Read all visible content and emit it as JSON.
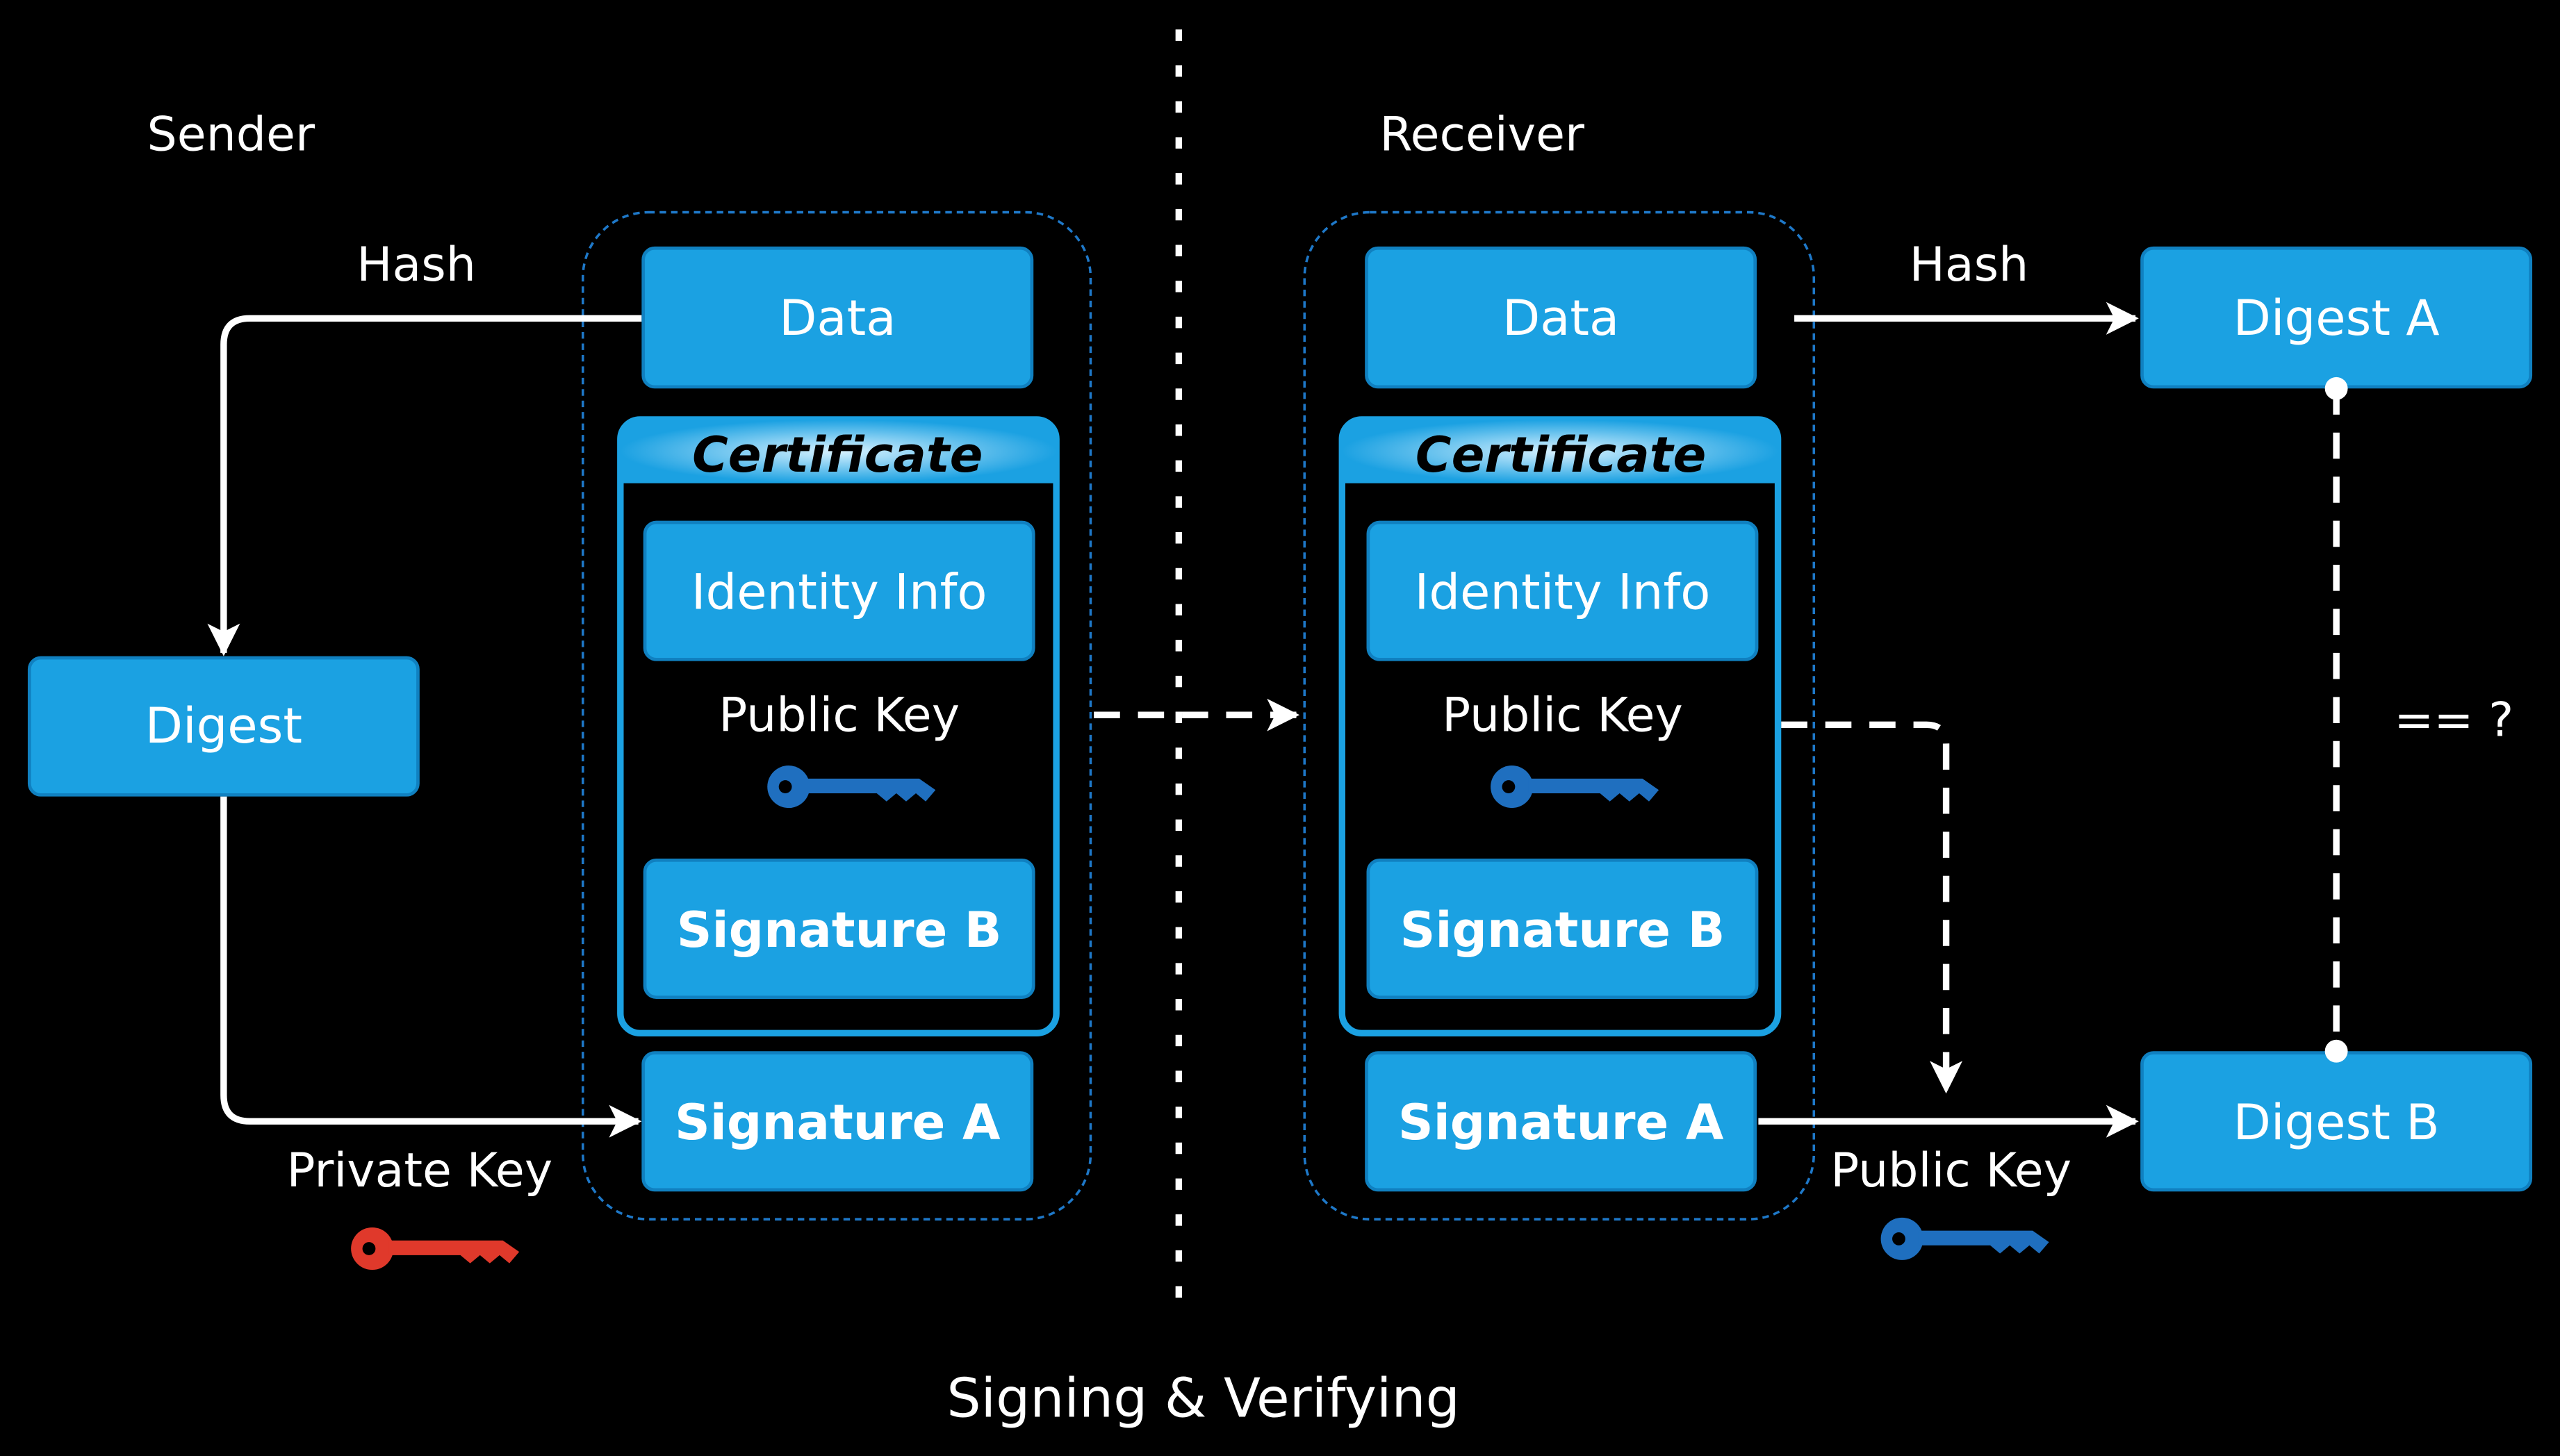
{
  "title": "Signing & Verifying",
  "sender": {
    "heading": "Sender",
    "hash_label": "Hash",
    "digest": "Digest",
    "private_key_label": "Private Key",
    "bundle": {
      "data": "Data",
      "certificate": "Certificate",
      "identity_info": "Identity Info",
      "public_key": "Public Key",
      "signature_b": "Signature B",
      "signature_a": "Signature A"
    }
  },
  "receiver": {
    "heading": "Receiver",
    "hash_label": "Hash",
    "digest_a": "Digest A",
    "digest_b": "Digest B",
    "compare_label": "== ?",
    "public_key_label": "Public Key",
    "bundle": {
      "data": "Data",
      "certificate": "Certificate",
      "identity_info": "Identity Info",
      "public_key": "Public Key",
      "signature_b": "Signature B",
      "signature_a": "Signature A"
    }
  },
  "colors": {
    "background": "#000000",
    "box_fill": "#1ba1e2",
    "box_border": "#1080c0",
    "dashed_group": "#1e78c8",
    "private_key": "#e0392b",
    "public_key": "#1f6fbf",
    "arrow": "#ffffff"
  },
  "icons": {
    "private_key": "key-icon",
    "public_key": "key-icon"
  }
}
